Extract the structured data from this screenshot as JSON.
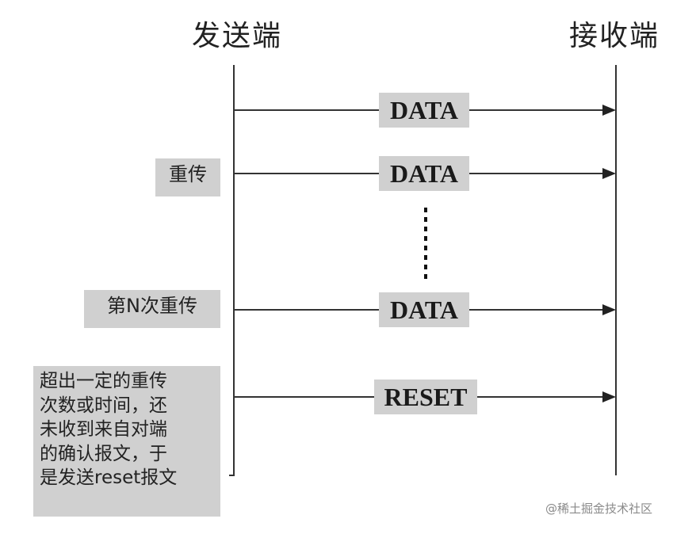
{
  "sender_title": "发送端",
  "receiver_title": "接收端",
  "messages": {
    "m1": "DATA",
    "m2": "DATA",
    "m3": "DATA",
    "m4": "RESET"
  },
  "labels": {
    "retransmit": "重传",
    "nth_retransmit": "第N次重传",
    "timeout_lines": [
      "超出一定的重传",
      "次数或时间，还",
      "未收到来自对端",
      "的确认报文，于",
      "是发送reset报文"
    ]
  },
  "watermark": "@稀土掘金技术社区"
}
